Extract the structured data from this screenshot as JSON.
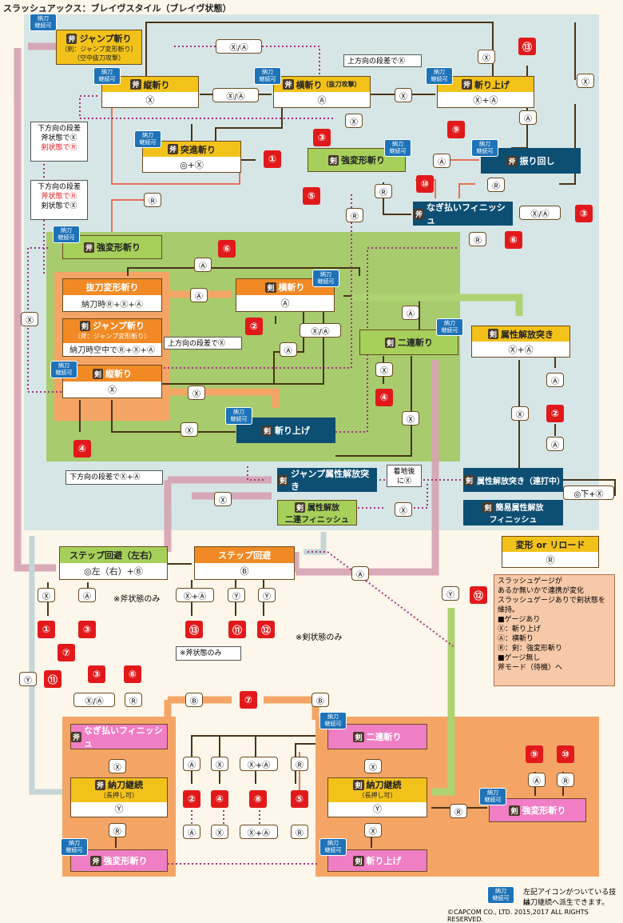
{
  "title": "スラッシュアックス：ブレイヴスタイル（ブレイヴ状態）",
  "badge": "納刀\n継続可",
  "nodes": {
    "jump_axe": {
      "label": "ジャンプ斬り",
      "sub1": "（剣：ジャンプ変形斬り）",
      "sub2": "（空中抜刀攻撃）"
    },
    "vert_axe": {
      "label": "縦斬り",
      "cmd": "Ⓧ"
    },
    "horiz_axe": {
      "label": "横斬り",
      "sub": "（抜刀攻撃）",
      "cmd": "Ⓐ"
    },
    "upper_axe": {
      "label": "斬り上げ",
      "cmd": "Ⓧ+Ⓐ"
    },
    "rush": {
      "label": "突進斬り",
      "cmd": "◎+Ⓧ"
    },
    "morph_sword": {
      "label": "強変形斬り"
    },
    "swing": {
      "label": "振り回し"
    },
    "sweep_fin": {
      "label": "なぎ払いフィニッシュ"
    },
    "morph_axe": {
      "label": "強変形斬り"
    },
    "draw_morph": {
      "label": "抜刀変形斬り",
      "cmd": "納刀時Ⓡ+Ⓧ+Ⓐ"
    },
    "jump_sword": {
      "label": "ジャンプ斬り",
      "sub": "（斧：ジャンプ変形斬り）",
      "cmd": "納刀時空中でⓇ+Ⓧ+Ⓐ"
    },
    "vert_sword": {
      "label": "縦斬り",
      "cmd": "Ⓧ"
    },
    "horiz_sword": {
      "label": "横斬り",
      "cmd": "Ⓐ"
    },
    "double": {
      "label": "二連斬り"
    },
    "upper_sword": {
      "label": "斬り上げ"
    },
    "elem_thrust": {
      "label": "属性解放突き",
      "cmd": "Ⓧ+Ⓐ"
    },
    "jump_elem": {
      "label": "ジャンプ属性解放突き"
    },
    "elem_thrust_cont": {
      "label": "属性解放突き（連打中）"
    },
    "elem_double_fin": {
      "label": "属性解放",
      "label2": "二連フィニッシュ"
    },
    "easy_elem_fin": {
      "label": "簡易属性解放",
      "label2": "フィニッシュ"
    },
    "step_lr": {
      "label": "ステップ回避（左右）",
      "cmd": "◎左（右）+Ⓑ"
    },
    "step": {
      "label": "ステップ回避",
      "cmd": "Ⓑ"
    },
    "morph_legend": {
      "label": "変形 or リロード",
      "cmd": "Ⓡ"
    },
    "sweep_fin2": {
      "label": "なぎ払いフィニッシュ"
    },
    "sheathe_axe": {
      "label": "納刀継続",
      "sub": "（長押し可）",
      "cmd": "Ⓨ"
    },
    "morph_axe2": {
      "label": "強変形斬り"
    },
    "double2": {
      "label": "二連斬り"
    },
    "sheathe_sword": {
      "label": "納刀継続",
      "sub": "（長押し可）",
      "cmd": "Ⓨ"
    },
    "upper_sword2": {
      "label": "斬り上げ"
    },
    "morph_sword2": {
      "label": "強変形斬り"
    }
  },
  "weapon": {
    "axe": "斧",
    "sword": "剣"
  },
  "notes": {
    "down_step1": [
      "下方向の段差",
      "斧状態でⓍ",
      "剣状態でⓇ"
    ],
    "down_step2": [
      "下方向の段差",
      "斧状態でⓇ",
      "剣状態でⓍ"
    ],
    "up_step1": "上方向の段差でⓍ",
    "up_step2": "上方向の段差でⓍ",
    "down_step3": "下方向の段差でⓍ+Ⓐ",
    "landing": "着地後にⓍ",
    "axe_only": "※斧状態のみ",
    "axe_only2": "※斧状態のみ",
    "sword_only": "※剣状態のみ",
    "gauge_box": [
      "スラッシュゲージが",
      "あるか無いかで連携が変化",
      "スラッシュゲージありで剣状態を維持。",
      "■ゲージあり",
      "Ⓧ：斬り上げ",
      "Ⓐ：横斬り",
      "Ⓡ：剣：強変形斬り",
      "■ゲージ無し",
      "斧モード（待機）へ"
    ],
    "footer1": "左記アイコンがついている技は",
    "footer2": "納刀継続へ派生できます。",
    "copyright": "©CAPCOM CO., LTD. 2015,2017 ALL RIGHTS RESERVED."
  },
  "commands": {
    "x": "Ⓧ",
    "a": "Ⓐ",
    "r": "Ⓡ",
    "y": "Ⓨ",
    "b": "Ⓑ",
    "x_or_a": "Ⓧ/Ⓐ",
    "x_plus_a": "Ⓧ+Ⓐ",
    "down_x": "◎下+Ⓧ"
  },
  "numbers": [
    "①",
    "②",
    "③",
    "④",
    "⑤",
    "⑥",
    "⑦",
    "⑧",
    "⑨",
    "⑩",
    "⑪",
    "⑫",
    "⑬"
  ],
  "colors": {
    "axe_header": "#f2c21a",
    "sword_header": "#a6d05a",
    "navy": "#0d4f73",
    "pink": "#f07ec4",
    "orange": "#f18a24",
    "red_num": "#e2191b",
    "badge": "#1e73b8"
  }
}
